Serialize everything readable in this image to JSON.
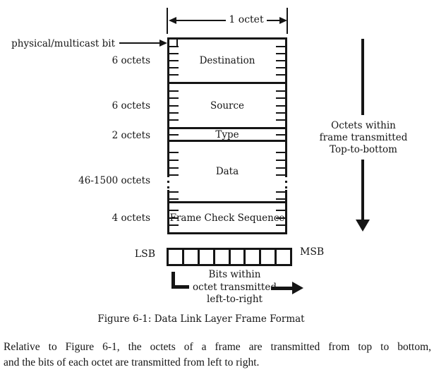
{
  "colors": {
    "ink": "#151515",
    "paper": "#ffffff"
  },
  "figure": {
    "top_measure_label": "1 octet",
    "bit_pointer_label": "physical/multicast bit",
    "sections": [
      {
        "name": "Destination",
        "size_label": "6 octets",
        "octets": 6
      },
      {
        "name": "Source",
        "size_label": "6 octets",
        "octets": 6
      },
      {
        "name": "Type",
        "size_label": "2 octets",
        "octets": 2
      },
      {
        "name": "Data",
        "size_label": "46-1500 octets",
        "octets": null,
        "variable": true
      },
      {
        "name": "Frame Check Sequence",
        "size_label": "4 octets",
        "octets": 4
      }
    ],
    "transmit_note_lines": [
      "Octets within",
      "frame transmitted",
      "Top-to-bottom"
    ],
    "bit_order": {
      "left_label": "LSB",
      "right_label": "MSB",
      "cells": 8
    },
    "bits_note_lines": [
      "Bits within",
      "octet transmitted",
      "left-to-right"
    ],
    "caption": "Figure 6-1: Data Link Layer Frame Format"
  },
  "body_text": {
    "line1": "Relative to Figure 6-1, the octets of a frame are transmitted from top to bottom,",
    "line2": "and the bits of each octet are transmitted from left to right."
  }
}
